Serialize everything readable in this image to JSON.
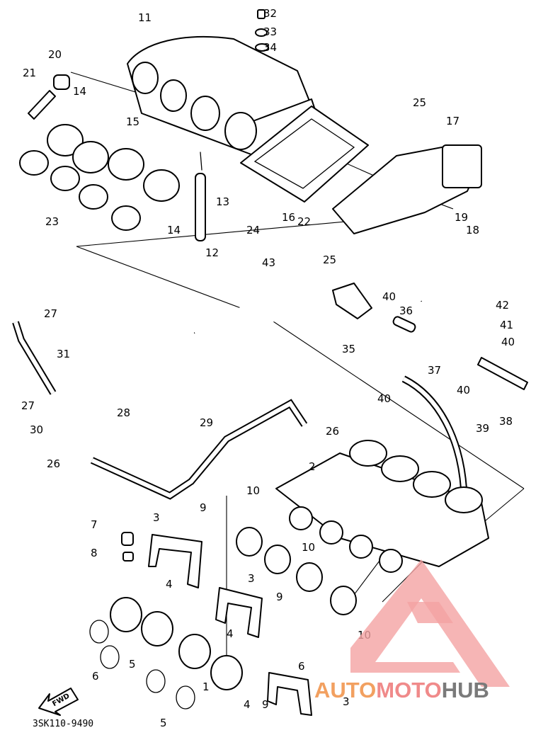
{
  "diagram": {
    "callouts": [
      "11",
      "32",
      "33",
      "34",
      "20",
      "21",
      "14",
      "15",
      "23",
      "14",
      "13",
      "12",
      "24",
      "16",
      "22",
      "25",
      "25",
      "17",
      "19",
      "18",
      "43",
      "40",
      "42",
      "41",
      "40",
      "36",
      "35",
      "37",
      "40",
      "40",
      "38",
      "27",
      "31",
      "27",
      "30",
      "26",
      "28",
      "29",
      "26",
      "39",
      "2",
      "10",
      "10",
      "3",
      "9",
      "7",
      "8",
      "4",
      "3",
      "9",
      "4",
      "10",
      "5",
      "6",
      "1",
      "5",
      "6",
      "3",
      "9",
      "4"
    ],
    "fwd_label": "FWD",
    "part_code": "3SK110-9490"
  },
  "watermark": {
    "part1": "AUTO",
    "part2": "MOTO",
    "part3": "HUB",
    "color_main": "#f08a8a",
    "color_dark": "#7a7a7a"
  }
}
